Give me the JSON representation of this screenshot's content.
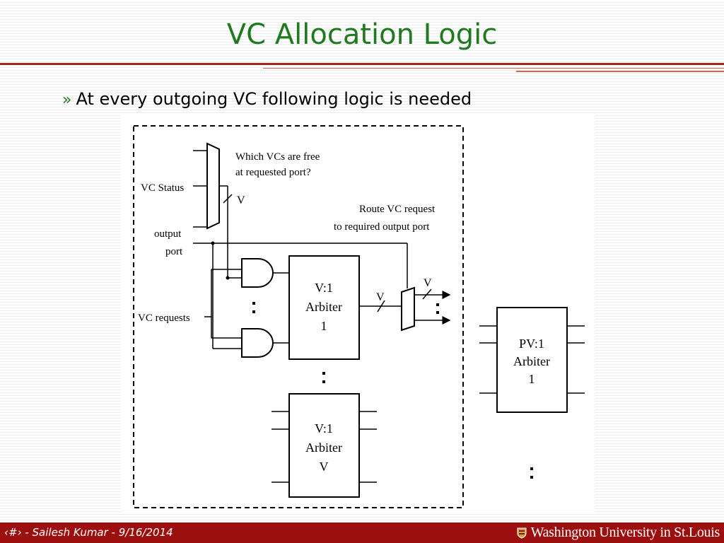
{
  "slide": {
    "title": "VC Allocation Logic",
    "bullet": "At every outgoing VC following logic is needed",
    "bullet_marker": "»"
  },
  "diagram": {
    "note_free_line1": "Which VCs are free",
    "note_free_line2": "at requested port?",
    "note_route_line1": "Route VC request",
    "note_route_line2": "to required output port",
    "label_vc_status": "VC Status",
    "label_output_line1": "output",
    "label_output_line2": "port",
    "label_vc_requests": "VC requests",
    "bus_label_v": "V",
    "arbiter_top": {
      "line1": "V:1",
      "line2": "Arbiter",
      "line3": "1"
    },
    "arbiter_bottom": {
      "line1": "V:1",
      "line2": "Arbiter",
      "line3": "V"
    },
    "arbiter_pv": {
      "line1": "PV:1",
      "line2": "Arbiter",
      "line3": "1"
    }
  },
  "footer": {
    "left_text": "‹#› - Sailesh Kumar - 9/16/2014",
    "logo_text": "Washington University in St.Louis",
    "logo_icon": "shield-icon"
  },
  "colors": {
    "title": "#1f7a1f",
    "footer_bg": "#9b0f0f",
    "rule": "#a1281c"
  }
}
